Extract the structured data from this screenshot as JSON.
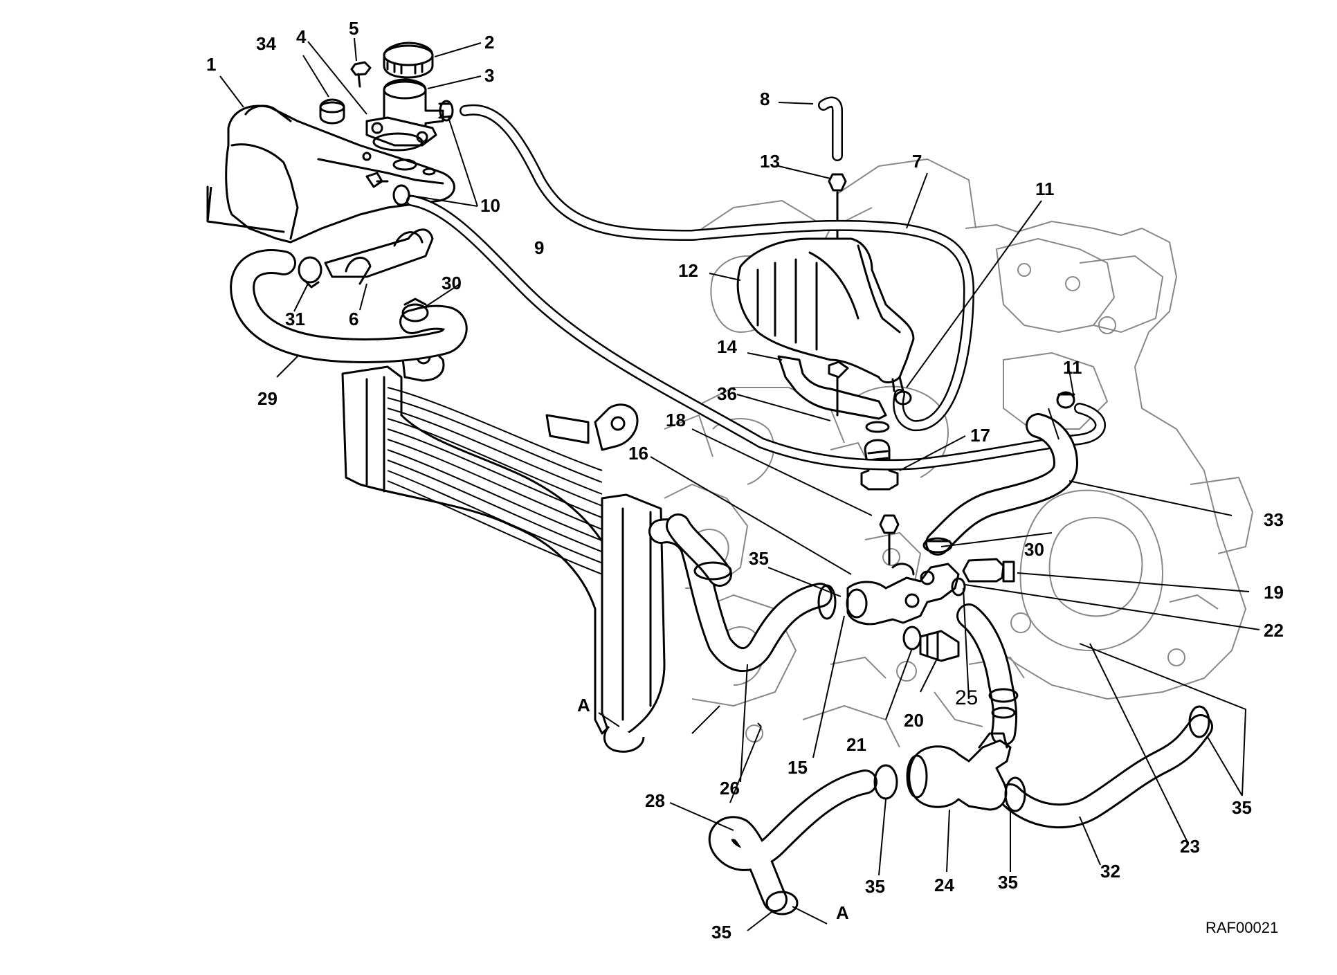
{
  "diagram": {
    "reference_code": "RAF00021",
    "callouts": [
      {
        "id": "c1",
        "text": "1"
      },
      {
        "id": "c2",
        "text": "2"
      },
      {
        "id": "c3",
        "text": "3"
      },
      {
        "id": "c4",
        "text": "4"
      },
      {
        "id": "c5",
        "text": "5"
      },
      {
        "id": "c6",
        "text": "6"
      },
      {
        "id": "c7",
        "text": "7"
      },
      {
        "id": "c8",
        "text": "8"
      },
      {
        "id": "c9",
        "text": "9"
      },
      {
        "id": "c10",
        "text": "10"
      },
      {
        "id": "c11a",
        "text": "11"
      },
      {
        "id": "c11b",
        "text": "11"
      },
      {
        "id": "c12",
        "text": "12"
      },
      {
        "id": "c13",
        "text": "13"
      },
      {
        "id": "c14",
        "text": "14"
      },
      {
        "id": "c15",
        "text": "15"
      },
      {
        "id": "c16",
        "text": "16"
      },
      {
        "id": "c17",
        "text": "17"
      },
      {
        "id": "c18",
        "text": "18"
      },
      {
        "id": "c19",
        "text": "19"
      },
      {
        "id": "c20",
        "text": "20"
      },
      {
        "id": "c21",
        "text": "21"
      },
      {
        "id": "c22",
        "text": "22"
      },
      {
        "id": "c23",
        "text": "23"
      },
      {
        "id": "c24",
        "text": "24"
      },
      {
        "id": "c25",
        "text": "25"
      },
      {
        "id": "c26",
        "text": "26"
      },
      {
        "id": "c28",
        "text": "28"
      },
      {
        "id": "c29",
        "text": "29"
      },
      {
        "id": "c30a",
        "text": "30"
      },
      {
        "id": "c30b",
        "text": "30"
      },
      {
        "id": "c31",
        "text": "31"
      },
      {
        "id": "c32",
        "text": "32"
      },
      {
        "id": "c33",
        "text": "33"
      },
      {
        "id": "c34",
        "text": "34"
      },
      {
        "id": "c35a",
        "text": "35"
      },
      {
        "id": "c35b",
        "text": "35"
      },
      {
        "id": "c35c",
        "text": "35"
      },
      {
        "id": "c35d",
        "text": "35"
      },
      {
        "id": "c35e",
        "text": "35"
      },
      {
        "id": "c36",
        "text": "36"
      },
      {
        "id": "cA1",
        "text": "A"
      },
      {
        "id": "cA2",
        "text": "A"
      }
    ]
  }
}
